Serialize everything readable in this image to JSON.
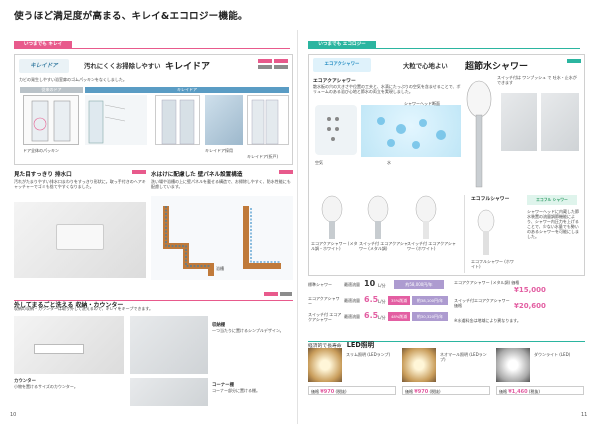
{
  "headline": "使うほど満足度が高まる、キレイ&エコロジー機能。",
  "left": {
    "section_tab": "いつまでも キレイ",
    "page_number": "10",
    "kireidoor": {
      "logo": "キレイドア",
      "subtitle": "汚れにくくお掃除しやすい",
      "title": "キレイドア",
      "desc": "カビの発生しやすい浴室扉のゴムパッキンをなくしました。",
      "label_normal": "従来のドア",
      "label_kirei": "キレイドア",
      "caption_1": "ドア全体のパッキン",
      "caption_2": "キレイドア採用",
      "caption_3": "キレイドア(折戸)"
    },
    "drain": {
      "title": "見た目すっきり 排水口",
      "desc": "汚れがたまりやすい排水口まわりをすっきり形状に。取っ手付きのヘアキャッチャーでゴミも捨てやすくなりました。"
    },
    "wall": {
      "title": "水はけに配慮した 壁パネル設置構造",
      "desc": "洗い場や浴槽の上に壁パネルを載せる構造で、お掃除しやすく、防水性能にも配慮しています。",
      "label": "浴槽"
    },
    "counter": {
      "title": "外してまるごと洗える 収納・カウンター",
      "desc": "収納の収納・カウンターは取り外して洗えるので、キレイをキープできます。",
      "item1": "収納棚",
      "item1_sub": "一つ当たりに置けるシンプルデザイン。",
      "item2": "コーナー棚",
      "item2_sub": "コーナー部分に置ける棚。",
      "item3": "カウンター",
      "item3_sub": "小物を置けるサイズのカウンター。"
    }
  },
  "right": {
    "section_tab": "いつまでも エコロジー",
    "page_number": "11",
    "shower": {
      "logo": "エコアクシャワー",
      "subtitle": "大粒で心地よい",
      "title": "超節水シャワー",
      "feature_title": "エコアクアシャワー",
      "feature_desc": "散水板の穴の大きさや位置の工夫と、水滴にたっぷりの空気を含ませることで、ボリュームのある浴び心地と節水の両立を実現しました。",
      "label_air": "空気",
      "label_water": "水",
      "label_head": "シャワーヘッド断面",
      "switch_caption": "スイッチ付は ワンプッシュ で 吐水・止水ができます",
      "product1": "エコアクアシャワー (メタル調・ホワイト)",
      "product2": "スイッチ付 エコアクアシャワー (メタル調)",
      "product3": "スイッチ付 エコアクアシャワー (ホワイト)",
      "eco_title": "エコフルシャワー",
      "eco_logo": "エコフル シャワー",
      "eco_desc": "シャワーヘッドに内蔵した節水装置の流量調節機能により、シャワー内圧力を上げることで、少ない水量でも勢いのあるシャワーを可能にしました。",
      "eco_caption": "エコフルシャワー (ホワイト)"
    },
    "savings": {
      "rows": [
        {
          "name": "標準シャワー",
          "label": "最適流量",
          "value": "10",
          "unit": "L/分",
          "badge": "約58,000円/年"
        },
        {
          "name": "エコアクアシャワー",
          "label": "最適流量",
          "value": "6.5",
          "unit": "L/分",
          "pct": "35%削減",
          "badge": "約38,100円/年"
        },
        {
          "name": "スイッチ付 エコアクアシャワー",
          "label": "最適流量",
          "value": "6.5",
          "unit": "L/分",
          "pct": "48%削減",
          "badge": "約30,320円/年"
        }
      ],
      "price1_label": "エコアクアシャワー (メタル調) 価格",
      "price1": "¥15,000",
      "price2_label": "スイッチ付エコアクアシャワー 価格",
      "price2": "¥20,600",
      "note": "※水道料金は地域により異なります。"
    },
    "led": {
      "subtitle": "経済的で長寿命",
      "title": "LED照明",
      "light1": "スリム照明 (LEDランプ)",
      "light1_price": "¥970",
      "light2": "ネオマール照明 (LEDランプ)",
      "light2_price": "¥970",
      "light3": "ダウンライト (LED)",
      "light3_price": "¥1,460",
      "price_prefix": "価格",
      "suffix": "(税抜)"
    }
  }
}
